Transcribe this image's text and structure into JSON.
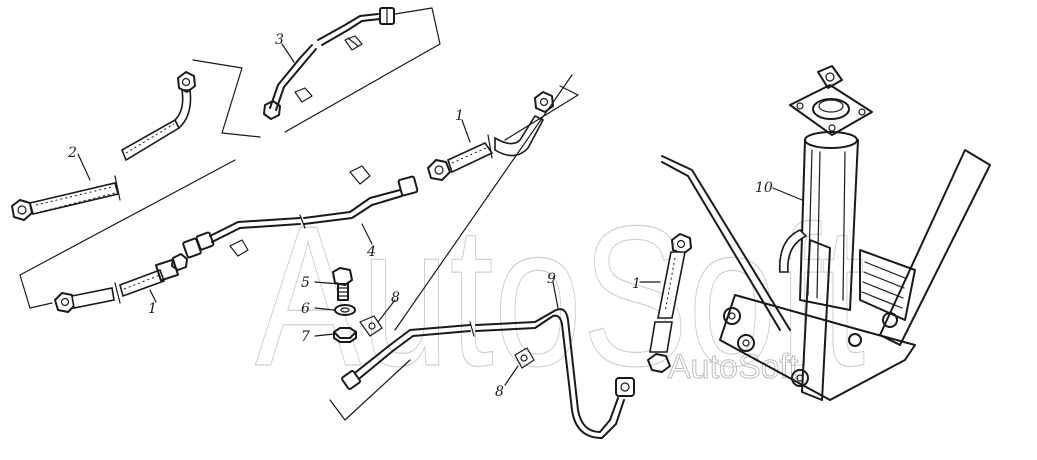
{
  "callouts": {
    "c1a": "1",
    "c1b": "1",
    "c1c": "1",
    "c2": "2",
    "c3": "3",
    "c4": "4",
    "c5": "5",
    "c6": "6",
    "c7": "7",
    "c8a": "8",
    "c8b": "8",
    "c9": "9",
    "c10": "10"
  },
  "watermark": {
    "main": "AutoSoft",
    "small": "AutoSoft"
  },
  "colors": {
    "ink": "#1a1a1a",
    "watermark": "#cfcfcf",
    "background": "#ffffff"
  }
}
